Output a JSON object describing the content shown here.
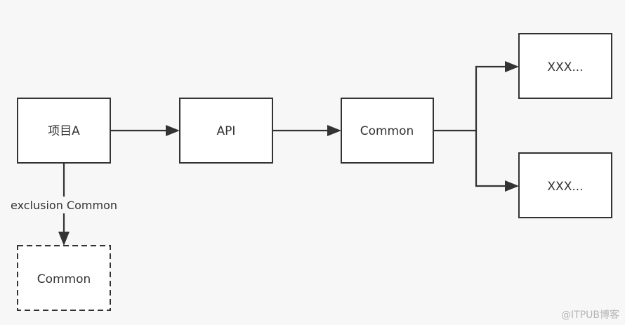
{
  "nodes": {
    "project_a": "项目A",
    "api": "API",
    "common": "Common",
    "xxx_top": "XXX...",
    "xxx_bottom": "XXX...",
    "common_excluded": "Common"
  },
  "edges": {
    "exclusion_label": "exclusion Common"
  },
  "watermark": "@ITPUB博客"
}
